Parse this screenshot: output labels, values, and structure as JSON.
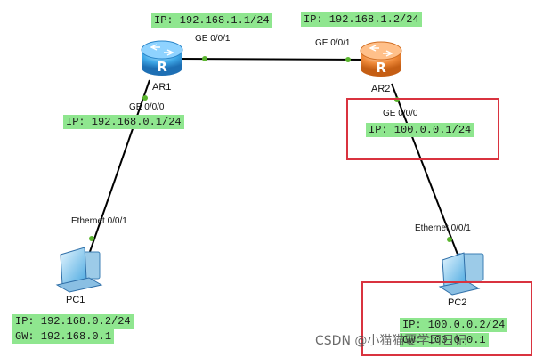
{
  "devices": {
    "ar1": {
      "name": "AR1"
    },
    "ar2": {
      "name": "AR2"
    },
    "pc1": {
      "name": "PC1"
    },
    "pc2": {
      "name": "PC2"
    }
  },
  "interfaces": {
    "ar1_ge001": "GE 0/0/1",
    "ar2_ge001": "GE 0/0/1",
    "ar1_ge000": "GE 0/0/0",
    "ar2_ge000": "GE 0/0/0",
    "pc1_eth": "Ethernet 0/0/1",
    "pc2_eth": "Ethernet 0/0/1"
  },
  "addresses": {
    "ar1_ge001": "IP: 192.168.1.1/24",
    "ar2_ge001": "IP: 192.168.1.2/24",
    "ar1_ge000": "IP: 192.168.0.1/24",
    "ar2_ge000": "IP: 100.0.0.1/24",
    "pc1_ip": "IP: 192.168.0.2/24",
    "pc1_gw": "GW: 192.168.0.1",
    "pc2_ip": "IP: 100.0.0.2/24",
    "pc2_gw": "GW: 100.0.0.1"
  },
  "watermark": "CSDN @小猫猫要学习日记",
  "colors": {
    "label_bg": "#8fe68f",
    "link": "#000000",
    "port_dot": "#5ab52e",
    "highlight_box": "#d9333f",
    "router_ar1": "#3fa9e8",
    "router_ar2": "#f08a3a"
  }
}
